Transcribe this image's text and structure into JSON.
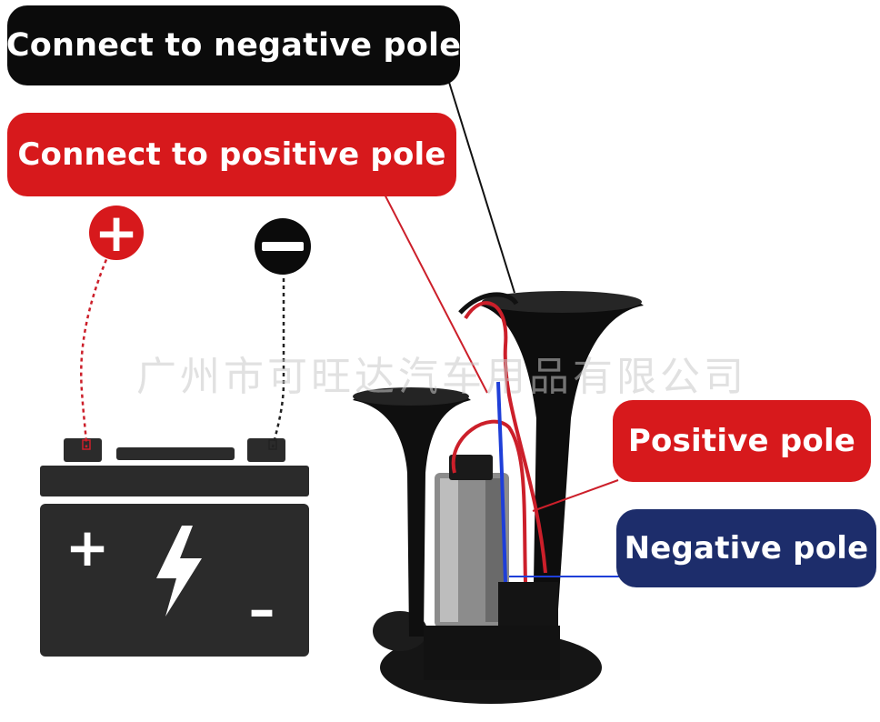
{
  "labels": {
    "connect_negative": "Connect to negative pole",
    "connect_positive": "Connect to positive pole",
    "positive_pole": "Positive pole",
    "negative_pole": "Negative pole"
  },
  "watermark": "广州市可旺达汽车用品有限公司",
  "battery": {
    "plus_sign": "+",
    "minus_sign": "–"
  },
  "terminals": {
    "positive_symbol": "+",
    "negative_symbol": "–"
  },
  "colors": {
    "black_label": "#0b0b0b",
    "red_label": "#d7191c",
    "navy_label": "#1d2d6b",
    "wire_red": "#cc1f2a",
    "wire_blue": "#1f3fd8",
    "battery_body": "#2b2b2b"
  }
}
